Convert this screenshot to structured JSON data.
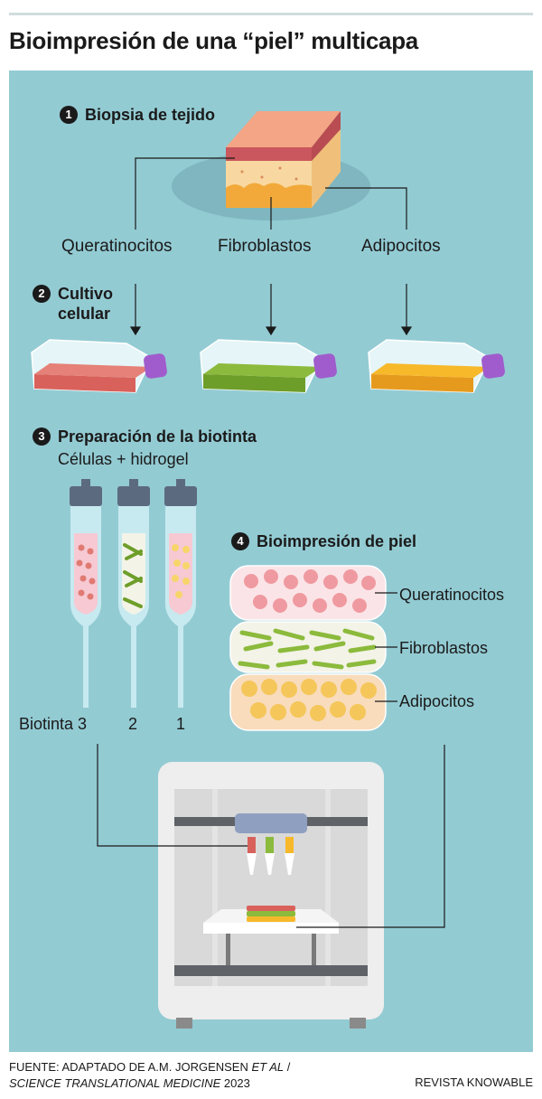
{
  "header": {
    "title": "Bioimpresión de una “piel” multicapa"
  },
  "steps": [
    {
      "num": "1",
      "label": "Biopsia de tejido"
    },
    {
      "num": "2",
      "label_line1": "Cultivo",
      "label_line2": "celular"
    },
    {
      "num": "3",
      "label": "Preparación de la biotinta",
      "sublabel": "Células + hidrogel"
    },
    {
      "num": "4",
      "label": "Bioimpresión de piel"
    }
  ],
  "cell_types": [
    "Queratinocitos",
    "Fibroblastos",
    "Adipocitos"
  ],
  "layers": [
    "Queratinocitos",
    "Fibroblastos",
    "Adipocitos"
  ],
  "bioinks": {
    "label1": "Biotinta 3",
    "label2": "2",
    "label3": "1"
  },
  "footer": {
    "source_line1": "FUENTE: ADAPTADO DE A.M. JORGENSEN",
    "source_etal": "ET AL",
    "source_sep": " /",
    "source_journal": "SCIENCE TRANSLATIONAL MEDICINE",
    "source_year": " 2023",
    "credit": "REVISTA KNOWABLE"
  },
  "colors": {
    "panel": "#93cbd3",
    "keratinocyte": "#e07a72",
    "fibroblast": "#8cba3c",
    "adipocyte": "#f7b92a",
    "cap": "#a05ccc",
    "printer": "#eeeeee"
  },
  "icons": [
    "tissue-block",
    "culture-flask",
    "syringe",
    "skin-layer",
    "bioprinter"
  ]
}
